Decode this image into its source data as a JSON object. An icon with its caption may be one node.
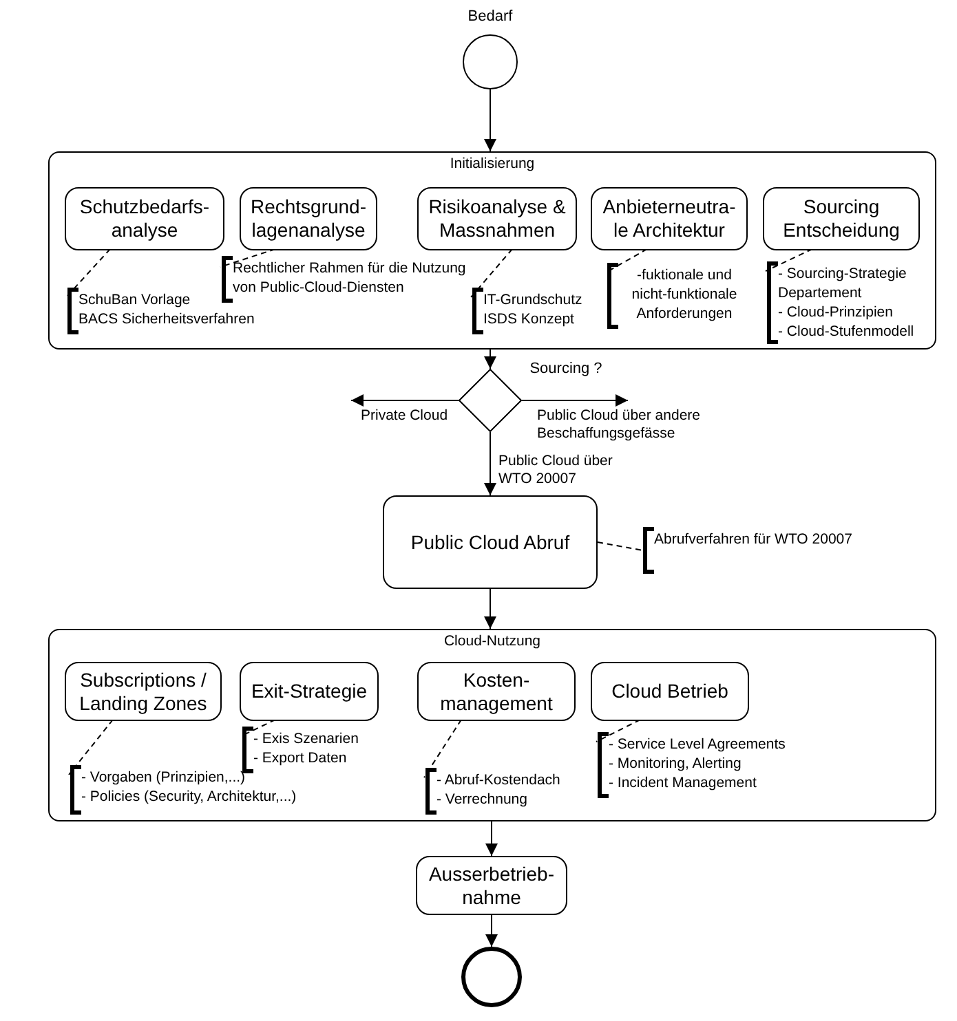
{
  "diagram": {
    "nodes": [
      {
        "text": [],
        "shape": "circle",
        "beside": [
          "Bedarf"
        ]
      },
      {
        "text": [
          "Initialisierung"
        ]
      },
      {
        "text": [
          "Schutzbedarfs- analyse"
        ],
        "in": 1
      },
      {
        "text": [
          "Rechtsgrund- lagenanalyse"
        ],
        "in": 1
      },
      {
        "text": [
          "Risikoanalyse & Massnahmen"
        ],
        "in": 1
      },
      {
        "text": [
          "Anbieterneutra- le Architektur"
        ],
        "in": 1
      },
      {
        "text": [
          "Sourcing Entscheidung"
        ],
        "in": 1
      },
      {
        "text": [
          "SchuBan Vorlage",
          "BACS Sicherheitsverfahren"
        ],
        "in": 1
      },
      {
        "text": [
          "Rechtlicher Rahmen für die Nutzung von Public-Cloud-Diensten"
        ],
        "in": 1
      },
      {
        "text": [
          "IT-Grundschutz",
          "ISDS Konzept"
        ],
        "in": 1
      },
      {
        "text": [
          "-fuktionale und nicht-funktionale Anforderungen"
        ],
        "in": 1
      },
      {
        "text": [
          "- Sourcing-Strategie Departement",
          "- Cloud-Prinzipien",
          "- Cloud-Stufenmodell"
        ],
        "in": 1
      },
      {
        "text": [],
        "shape": "diamond",
        "beside": [
          "Sourcing ?"
        ]
      },
      {
        "text": [
          "Public Cloud Abruf"
        ]
      },
      {
        "text": [
          "Abrufverfahren für WTO 20007"
        ]
      },
      {
        "text": [
          "Cloud-Nutzung"
        ]
      },
      {
        "text": [
          "Subscriptions / Landing Zones"
        ],
        "in": 15
      },
      {
        "text": [
          "Exit-Strategie"
        ],
        "in": 15
      },
      {
        "text": [
          "Kosten- management"
        ],
        "in": 15
      },
      {
        "text": [
          "Cloud Betrieb"
        ],
        "in": 15
      },
      {
        "text": [
          "- Vorgaben (Prinzipien,...)",
          "- Policies (Security, Architektur,...)"
        ],
        "in": 15
      },
      {
        "text": [
          "- Exis Szenarien",
          "- Export Daten"
        ],
        "in": 15
      },
      {
        "text": [
          "- Abruf-Kostendach",
          "- Verrechnung"
        ],
        "in": 15
      },
      {
        "text": [
          "- Service Level Agreements",
          "- Monitoring, Alerting",
          "- Incident Management"
        ],
        "in": 15
      },
      {
        "text": [
          "Ausserbetrieb- nahme"
        ]
      },
      {
        "text": [],
        "shape": "circle"
      }
    ],
    "edges": [
      {
        "from": 0,
        "to": 1,
        "arrow": "to"
      },
      {
        "from": 1,
        "to": 12,
        "arrow": "to"
      },
      {
        "from": 12,
        "to": null,
        "arrow": "to",
        "label": "Private Cloud"
      },
      {
        "from": 12,
        "to": null,
        "arrow": "to",
        "label": "Public Cloud über andere Beschaffungsgefässe"
      },
      {
        "from": 12,
        "to": 13,
        "arrow": "to",
        "label": "Public Cloud über WTO 20007"
      },
      {
        "from": 13,
        "to": 15,
        "arrow": "to"
      },
      {
        "from": 15,
        "to": 24,
        "arrow": "to"
      },
      {
        "from": 24,
        "to": 25,
        "arrow": "to"
      },
      {
        "from": 2,
        "to": 7,
        "arrow": "none",
        "style": "dashed"
      },
      {
        "from": 3,
        "to": 8,
        "arrow": "none",
        "style": "dashed"
      },
      {
        "from": 4,
        "to": 9,
        "arrow": "none",
        "style": "dashed"
      },
      {
        "from": 5,
        "to": 10,
        "arrow": "none",
        "style": "dashed"
      },
      {
        "from": 6,
        "to": 11,
        "arrow": "none",
        "style": "dashed"
      },
      {
        "from": 13,
        "to": 14,
        "arrow": "none",
        "style": "dashed"
      },
      {
        "from": 16,
        "to": 20,
        "arrow": "none",
        "style": "dashed"
      },
      {
        "from": 17,
        "to": 21,
        "arrow": "none",
        "style": "dashed"
      },
      {
        "from": 18,
        "to": 22,
        "arrow": "none",
        "style": "dashed"
      },
      {
        "from": 19,
        "to": 23,
        "arrow": "none",
        "style": "dashed"
      }
    ]
  }
}
